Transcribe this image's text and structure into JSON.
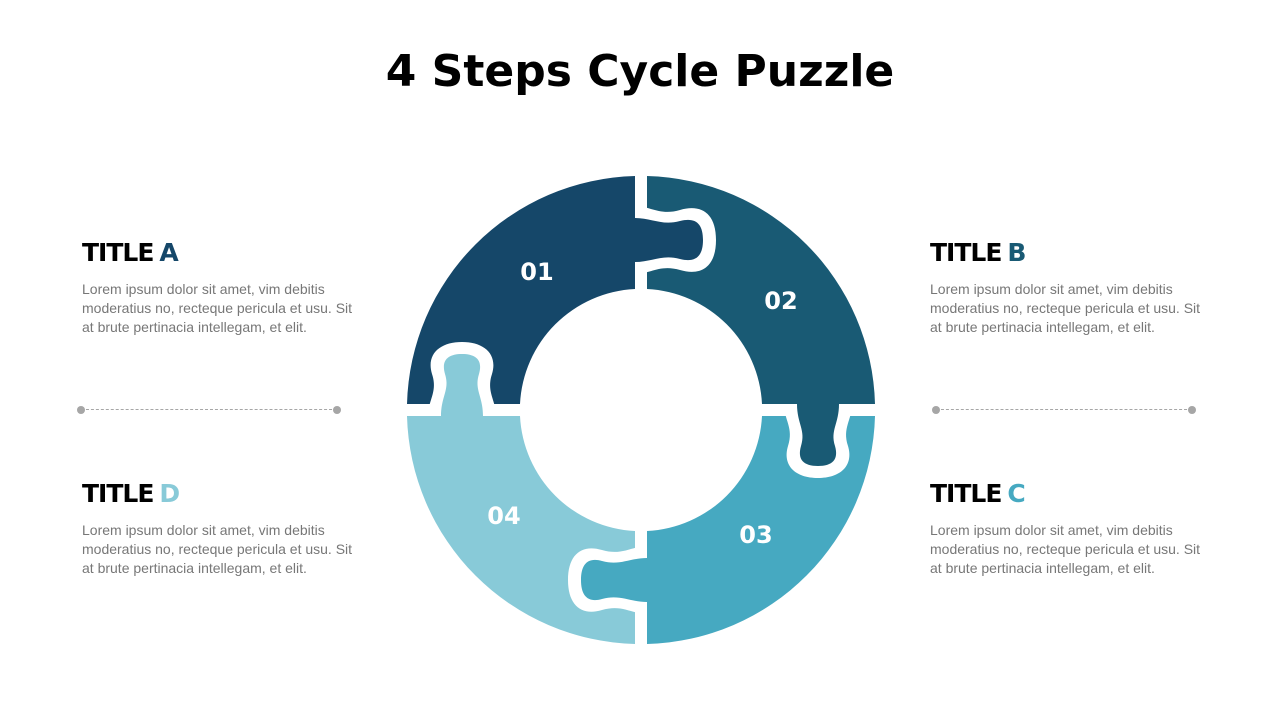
{
  "page": {
    "title": "4 Steps Cycle Puzzle"
  },
  "colors": {
    "step1": "#154769",
    "step2": "#195A74",
    "step3": "#46A9C1",
    "step4": "#88CAD8",
    "text_gray": "#777777",
    "divider_gray": "#A6A6A6"
  },
  "steps": [
    {
      "number": "01",
      "title_prefix": "TITLE",
      "title_letter": "A",
      "color": "#154769",
      "description": "Lorem ipsum dolor sit amet, vim debitis moderatius no, recteque pericula et usu. Sit at brute pertinacia intellegam, et elit."
    },
    {
      "number": "02",
      "title_prefix": "TITLE",
      "title_letter": "B",
      "color": "#195A74",
      "description": "Lorem ipsum dolor sit amet, vim debitis moderatius no, recteque pericula et usu. Sit at brute pertinacia intellegam, et elit."
    },
    {
      "number": "03",
      "title_prefix": "TITLE",
      "title_letter": "C",
      "color": "#46A9C1",
      "description": "Lorem ipsum dolor sit amet, vim debitis moderatius no, recteque pericula et usu. Sit at brute pertinacia intellegam, et elit."
    },
    {
      "number": "04",
      "title_prefix": "TITLE",
      "title_letter": "D",
      "color": "#88CAD8",
      "description": "Lorem ipsum dolor sit amet, vim debitis moderatius no, recteque pericula et usu. Sit at brute pertinacia intellegam, et elit."
    }
  ]
}
